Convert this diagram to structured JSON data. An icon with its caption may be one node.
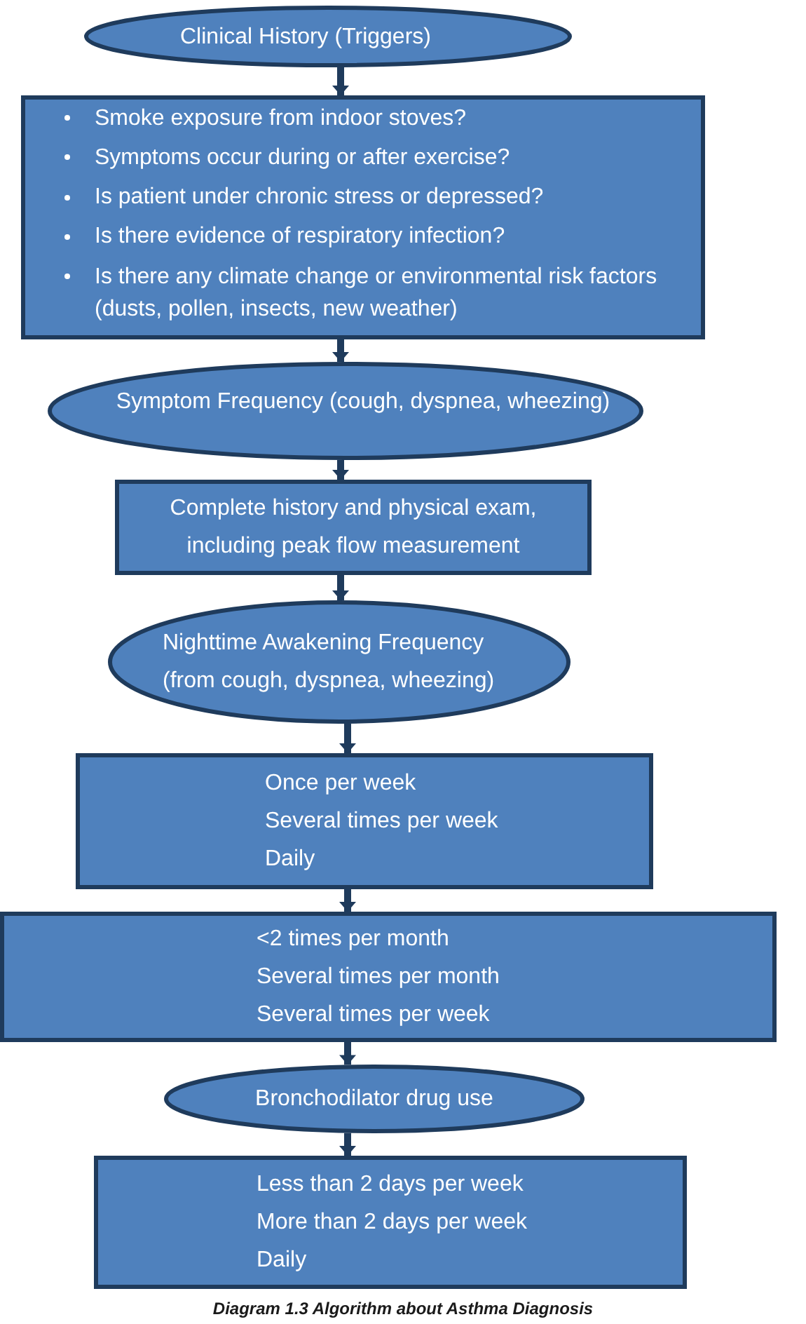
{
  "diagram": {
    "caption": "Diagram 1.3 Algorithm about Asthma Diagnosis",
    "nodes": [
      {
        "text": [
          "Clinical History (Triggers)"
        ]
      },
      {
        "text": [
          "Smoke exposure from indoor stoves?",
          "Symptoms occur during or after exercise?",
          "Is patient under chronic stress or depressed?",
          "Is there evidence of respiratory infection?",
          "Is there any climate change or environmental risk factors (dusts, pollen, insects, new weather)"
        ]
      },
      {
        "text": [
          "Symptom Frequency (cough, dyspnea, wheezing)"
        ]
      },
      {
        "text": [
          "Complete history and physical exam, including peak flow measurement"
        ]
      },
      {
        "text": [
          "Nighttime Awakening Frequency",
          "(from cough, dyspnea, wheezing)"
        ]
      },
      {
        "text": [
          "Once per week",
          "Several times per week",
          "Daily"
        ]
      },
      {
        "text": [
          "<2 times per month",
          "Several times per month",
          "Several times per week"
        ]
      },
      {
        "text": [
          "Bronchodilator drug use"
        ]
      },
      {
        "text": [
          "Less than 2 days per week",
          "More than 2 days per week",
          "Daily"
        ]
      }
    ],
    "edges": [
      {
        "from": 0,
        "to": 1,
        "arrow": "to"
      },
      {
        "from": 1,
        "to": 2,
        "arrow": "to"
      },
      {
        "from": 2,
        "to": 3,
        "arrow": "to"
      },
      {
        "from": 3,
        "to": 4,
        "arrow": "to"
      },
      {
        "from": 4,
        "to": 5,
        "arrow": "to"
      },
      {
        "from": 5,
        "to": 6,
        "arrow": "to"
      },
      {
        "from": 6,
        "to": 7,
        "arrow": "to"
      },
      {
        "from": 7,
        "to": 8,
        "arrow": "to"
      }
    ]
  }
}
